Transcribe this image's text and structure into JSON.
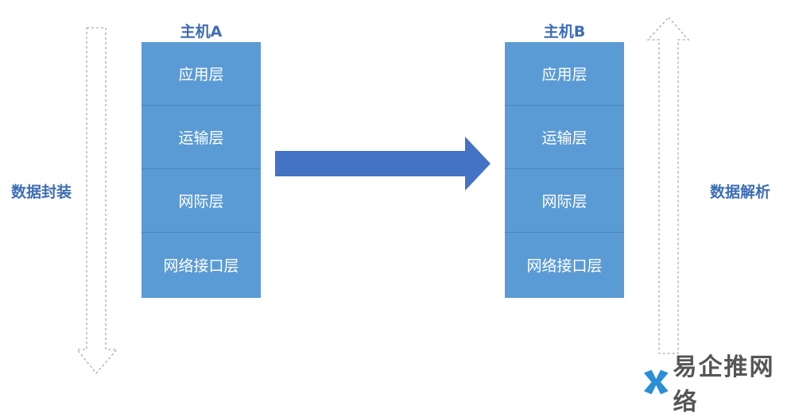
{
  "host_a": {
    "title": "主机A",
    "layers": [
      "应用层",
      "运输层",
      "网际层",
      "网络接口层"
    ]
  },
  "host_b": {
    "title": "主机B",
    "layers": [
      "应用层",
      "运输层",
      "网际层",
      "网络接口层"
    ]
  },
  "left_label": "数据封装",
  "right_label": "数据解析",
  "watermark": "易企推网络",
  "colors": {
    "layer_fill": "#5b9bd5",
    "arrow": "#4472c4",
    "label": "#3d6db5"
  }
}
